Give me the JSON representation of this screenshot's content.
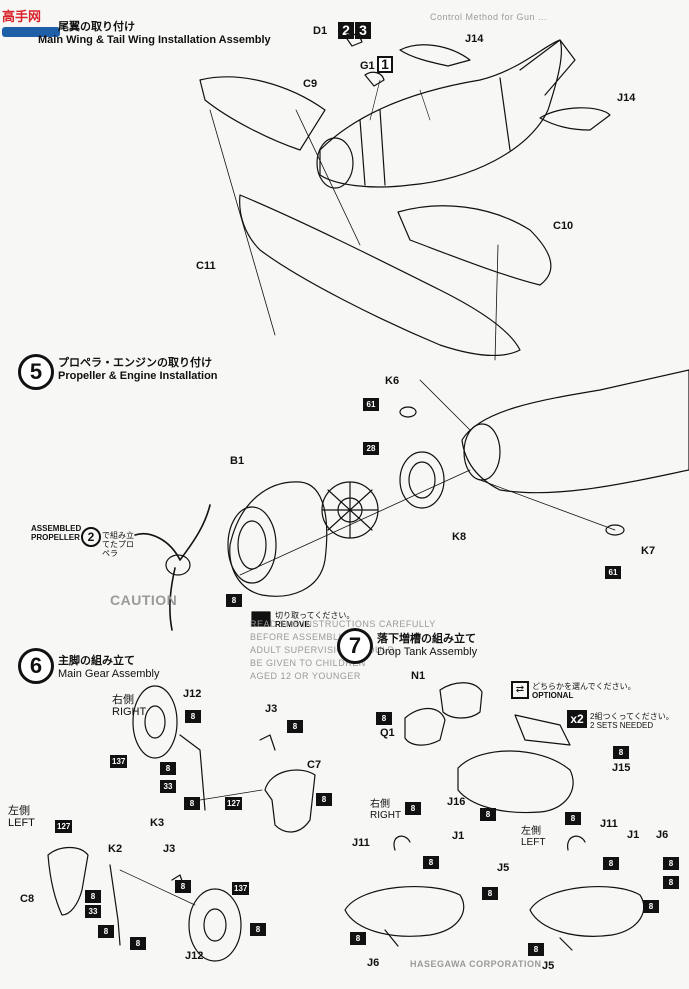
{
  "header": {
    "logo_text": "高手网",
    "top_faint": "Control Method for Gun ..."
  },
  "step4": {
    "title_jp": "尾翼の取り付け",
    "title_en": "Main Wing & Tail Wing Installation Assembly",
    "parts": {
      "d1": "D1",
      "g1": "G1",
      "j14_a": "J14",
      "j14_b": "J14",
      "c9": "C9",
      "c10": "C10",
      "c11": "C11"
    },
    "box_d1": [
      "2",
      "3"
    ],
    "box_g1": "1"
  },
  "step5": {
    "number": "5",
    "title_jp": "プロペラ・エンジンの取り付け",
    "title_en": "Propeller & Engine Installation",
    "parts": {
      "k6": "K6",
      "b1": "B1",
      "k8": "K8",
      "k7": "K7"
    },
    "assembled_label": "ASSEMBLED\nPROPELLER",
    "assembled_ref": "2",
    "assembled_jp": "で組み立てたプロペラ",
    "remove_jp": "切り取ってください。",
    "remove_en": "REMOVE",
    "badges": {
      "k6": "61",
      "b28": "28",
      "k7": "61",
      "b1": "8"
    }
  },
  "step6": {
    "number": "6",
    "title_jp": "主脚の組み立て",
    "title_en": "Main Gear Assembly",
    "right_jp": "右側",
    "right_en": "RIGHT",
    "left_jp": "左側",
    "left_en": "LEFT",
    "parts": {
      "j12_a": "J12",
      "j3_a": "J3",
      "c7": "C7",
      "k3": "K3",
      "c8": "C8",
      "k2": "K2",
      "j3_b": "J3",
      "j12_b": "J12"
    },
    "badges": {
      "w1": "137",
      "k3a": "33",
      "c7": "127",
      "c8": "127",
      "k2": "33",
      "w2": "137",
      "g8": "8"
    }
  },
  "step7": {
    "number": "7",
    "title_jp": "落下増槽の組み立て",
    "title_en": "Drop Tank Assembly",
    "optional_jp": "どちらかを選んでください。",
    "optional_en": "OPTIONAL",
    "sets_jp": "2組つくってください。",
    "sets_en": "2 SETS NEEDED",
    "x2": "x2",
    "right_jp": "右側",
    "right_en": "RIGHT",
    "left_jp": "左側",
    "left_en": "LEFT",
    "parts": {
      "n1": "N1",
      "q1": "Q1",
      "j15": "J15",
      "j16": "J16",
      "j11_a": "J11",
      "j1_a": "J1",
      "j5_a": "J5",
      "j6_a": "J6",
      "j11_b": "J11",
      "j1_b": "J1",
      "j6_b": "J6",
      "j5_b": "J5"
    },
    "glue": "8"
  },
  "caution": {
    "title": "CAUTION",
    "lines": [
      "READ THE INSTRUCTIONS CAREFULLY",
      "BEFORE ASSEMBLING.",
      "ADULT SUPERVISION SHOULD",
      "BE GIVEN TO CHILDREN",
      "AGED 12 OR YOUNGER"
    ],
    "footer": "HASEGAWA CORPORATION"
  },
  "colors": {
    "ink": "#111111",
    "paper": "#f7f7f5",
    "logo_red": "#d8232a",
    "logo_blue": "#1f5fa8"
  }
}
